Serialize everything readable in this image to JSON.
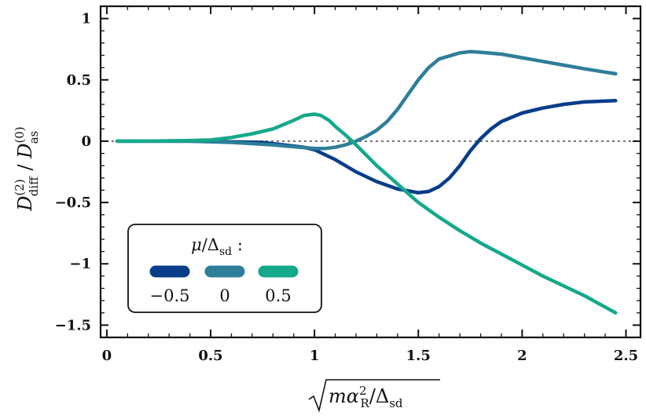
{
  "chart_data": {
    "type": "line",
    "xlabel": "√(mα_R²/Δ_sd)",
    "ylabel": "D_diff^(2)/D_as^(0)",
    "xlim": [
      -0.03,
      2.57
    ],
    "ylim": [
      -1.6,
      1.1
    ],
    "xticks": [
      0,
      0.5,
      1,
      1.5,
      2,
      2.5
    ],
    "xtick_labels": [
      "0",
      "0.5",
      "1",
      "1.5",
      "2",
      "2.5"
    ],
    "yticks": [
      -1.5,
      -1,
      -0.5,
      0,
      0.5,
      1
    ],
    "ytick_labels": [
      "−1.5",
      "−1",
      "−0.5",
      "0",
      "0.5",
      "1"
    ],
    "reference_line": {
      "y": 0,
      "style": "dotted",
      "color": "#777777"
    },
    "legend": {
      "title": "μ/Δ_sd :",
      "position": "lower-left",
      "entries": [
        "−0.5",
        "0",
        "0.5"
      ]
    },
    "series": [
      {
        "name": "−0.5",
        "color": "#083D8A",
        "x": [
          0.05,
          0.2,
          0.4,
          0.6,
          0.75,
          0.85,
          0.95,
          1.0,
          1.1,
          1.2,
          1.3,
          1.4,
          1.5,
          1.55,
          1.6,
          1.65,
          1.7,
          1.75,
          1.8,
          1.85,
          1.9,
          2.0,
          2.1,
          2.2,
          2.3,
          2.45
        ],
        "y": [
          0,
          0,
          0,
          -0.005,
          -0.01,
          -0.03,
          -0.05,
          -0.07,
          -0.15,
          -0.25,
          -0.33,
          -0.39,
          -0.42,
          -0.41,
          -0.37,
          -0.3,
          -0.2,
          -0.08,
          0.02,
          0.1,
          0.16,
          0.23,
          0.27,
          0.3,
          0.32,
          0.33
        ]
      },
      {
        "name": "0",
        "color": "#2E7E9A",
        "x": [
          0.05,
          0.2,
          0.4,
          0.6,
          0.8,
          0.9,
          1.0,
          1.05,
          1.1,
          1.15,
          1.2,
          1.25,
          1.3,
          1.35,
          1.4,
          1.45,
          1.5,
          1.55,
          1.6,
          1.7,
          1.75,
          1.8,
          1.9,
          2.0,
          2.1,
          2.2,
          2.3,
          2.45
        ],
        "y": [
          0,
          0,
          0,
          -0.01,
          -0.03,
          -0.045,
          -0.06,
          -0.06,
          -0.05,
          -0.03,
          0.0,
          0.04,
          0.09,
          0.16,
          0.26,
          0.38,
          0.5,
          0.6,
          0.67,
          0.72,
          0.73,
          0.725,
          0.71,
          0.68,
          0.65,
          0.62,
          0.59,
          0.55
        ]
      },
      {
        "name": "0.5",
        "color": "#14A98B",
        "x": [
          0.05,
          0.2,
          0.4,
          0.5,
          0.6,
          0.7,
          0.8,
          0.9,
          0.95,
          1.0,
          1.03,
          1.07,
          1.1,
          1.15,
          1.2,
          1.3,
          1.4,
          1.5,
          1.6,
          1.7,
          1.8,
          1.9,
          2.0,
          2.1,
          2.2,
          2.3,
          2.45
        ],
        "y": [
          0,
          0,
          0.005,
          0.01,
          0.03,
          0.06,
          0.1,
          0.17,
          0.21,
          0.22,
          0.21,
          0.17,
          0.12,
          0.05,
          -0.03,
          -0.2,
          -0.35,
          -0.5,
          -0.62,
          -0.73,
          -0.83,
          -0.92,
          -1.01,
          -1.1,
          -1.18,
          -1.26,
          -1.4
        ]
      }
    ]
  }
}
